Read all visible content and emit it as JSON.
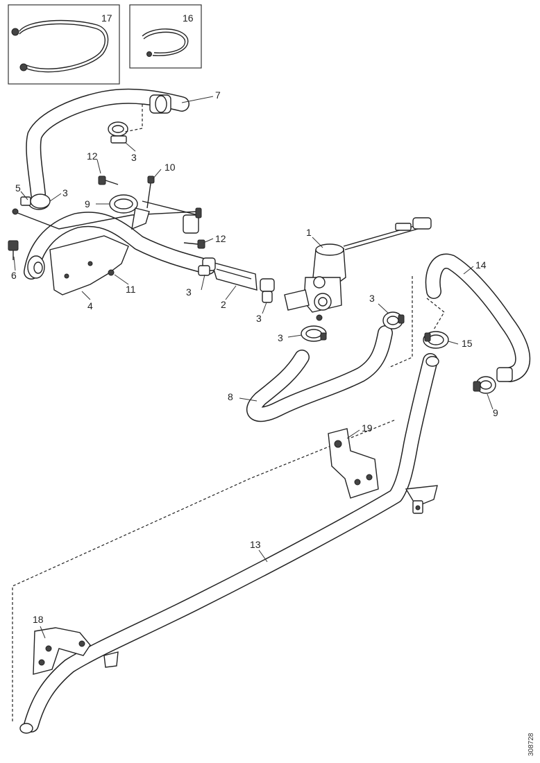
{
  "diagram": {
    "reference_number": "308728",
    "labels": [
      "1",
      "2",
      "3",
      "3",
      "3",
      "3",
      "3",
      "3",
      "4",
      "5",
      "6",
      "7",
      "8",
      "9",
      "9",
      "10",
      "11",
      "12",
      "12",
      "13",
      "14",
      "15",
      "16",
      "17",
      "18",
      "19"
    ]
  }
}
